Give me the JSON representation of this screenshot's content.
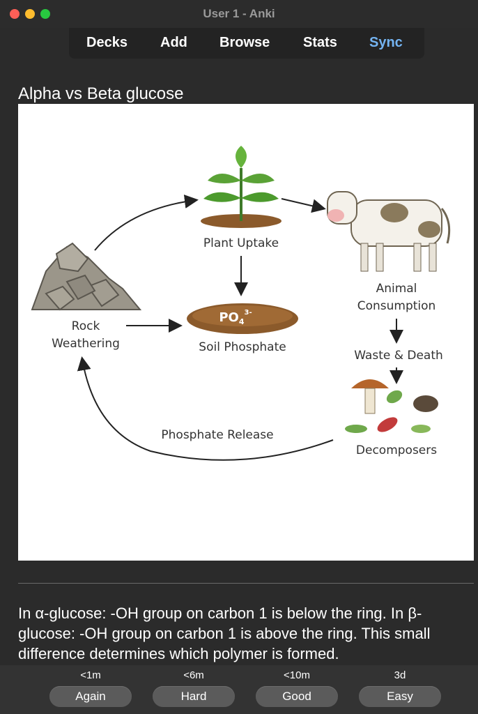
{
  "window": {
    "title": "User 1 - Anki"
  },
  "toolbar": {
    "decks": "Decks",
    "add": "Add",
    "browse": "Browse",
    "stats": "Stats",
    "sync": "Sync"
  },
  "card": {
    "question": "Alpha vs Beta glucose",
    "answer": "In α-glucose: -OH group on carbon 1 is below the ring. In β-glucose: -OH group on carbon 1 is above the ring. This small difference determines which polymer is formed."
  },
  "diagram": {
    "plant_uptake": "Plant Uptake",
    "animal_line1": "Animal",
    "animal_line2": "Consumption",
    "rock_line1": "Rock",
    "rock_line2": "Weathering",
    "phosphate_formula": "PO",
    "phosphate_sub": "4",
    "phosphate_sup": "3-",
    "soil_phosphate": "Soil Phosphate",
    "waste_death": "Waste & Death",
    "phosphate_release": "Phosphate Release",
    "decomposers": "Decomposers"
  },
  "answer_buttons": [
    {
      "time": "<1m",
      "label": "Again"
    },
    {
      "time": "<6m",
      "label": "Hard"
    },
    {
      "time": "<10m",
      "label": "Good"
    },
    {
      "time": "3d",
      "label": "Easy"
    }
  ],
  "colors": {
    "sync_accent": "#74b4f2",
    "background": "#2b2b2b"
  }
}
